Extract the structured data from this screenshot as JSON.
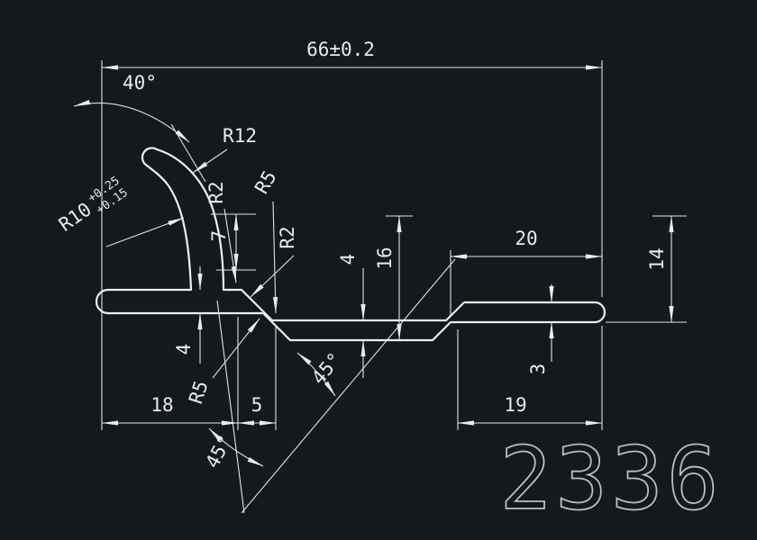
{
  "drawing": {
    "part_number": "2336",
    "background_color": "#15181d",
    "line_color": "#e7eaef",
    "dims": {
      "overall_width": "66±0.2",
      "tip_angle": "40°",
      "radius_r12": "R12",
      "radius_r10": "R10",
      "r10_tol_upper": "+0.25",
      "r10_tol_lower": "+0.15",
      "radius_r2_upper": "R2",
      "radius_r5_upper": "R5",
      "radius_r2_lower": "R2",
      "height_7": "7",
      "thickness_4_left": "4",
      "thickness_4_mid": "4",
      "height_16": "16",
      "width_20": "20",
      "height_14": "14",
      "radius_r5_lower": "R5",
      "thickness_3": "3",
      "width_18": "18",
      "width_5": "5",
      "width_19": "19",
      "chamfer_angle_mid": "45°",
      "chamfer_angle_lower": "45°"
    }
  }
}
